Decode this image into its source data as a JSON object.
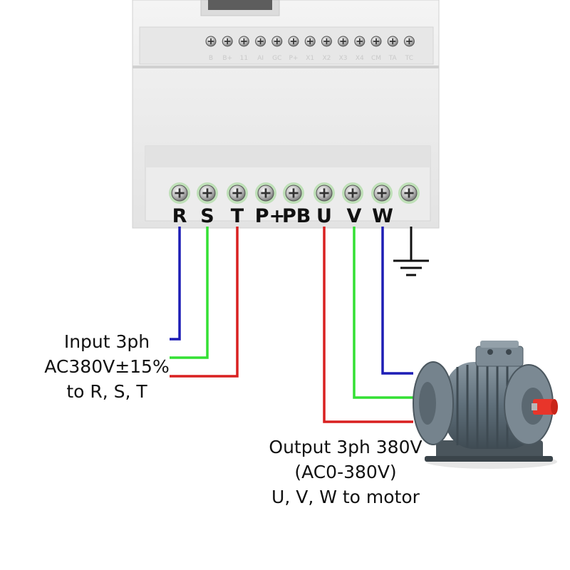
{
  "top_terminals": [
    "B",
    "B+",
    "11",
    "AI",
    "GC",
    "P+",
    "X1",
    "X2",
    "X3",
    "X4",
    "CM",
    "TA",
    "TC"
  ],
  "main_terminals": [
    "R",
    "S",
    "T",
    "P+",
    "PB",
    "U",
    "V",
    "W"
  ],
  "input_label": {
    "line1": "Input 3ph",
    "line2": "AC380V±15%",
    "line3": "to R, S, T"
  },
  "output_label": {
    "line1": "Output 3ph 380V",
    "line2": "(AC0-380V)",
    "line3": "U, V, W to motor"
  },
  "colors": {
    "phase_1": "#1d1db5",
    "phase_2": "#33e033",
    "phase_3": "#d92020",
    "casing": "#eeeeee",
    "motor": "#6b7b86",
    "shaft": "#e8352a"
  }
}
